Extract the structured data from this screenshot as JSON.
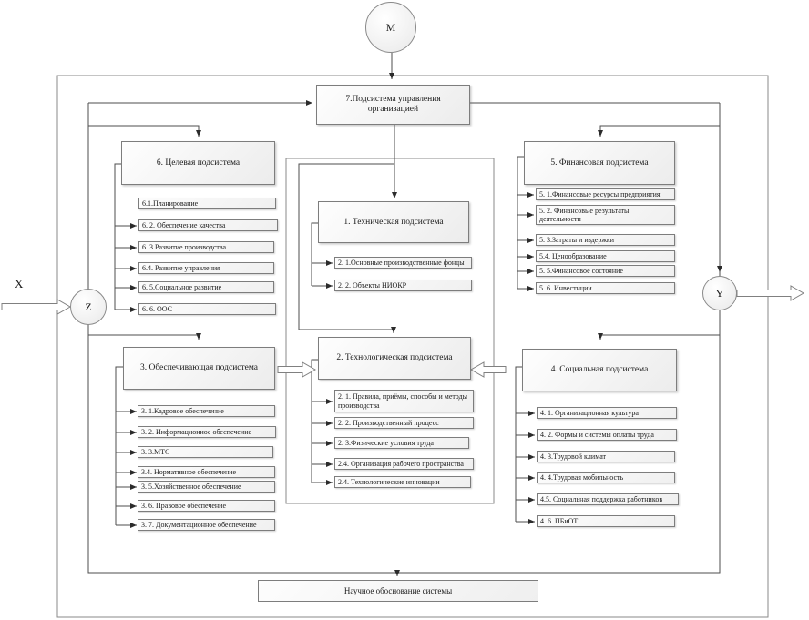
{
  "diagram": {
    "external": {
      "top_node": "М",
      "input_label": "X",
      "input_node": "Z",
      "output_node": "Y"
    },
    "management": {
      "title": "7.Подсистема управления организацией"
    },
    "target": {
      "title": "6. Целевая подсистема",
      "items": [
        "6.1.Планирование",
        "6. 2. Обеспечение качества",
        "6. 3.Развитие производства",
        "6.4. Развитие управления",
        "6. 5.Социальное развитие",
        "6. 6. ООС"
      ]
    },
    "technical": {
      "title": "1. Техническая подсистема",
      "items": [
        "2. 1.Основные производственные фонды",
        "2. 2. Объекты НИОКР"
      ]
    },
    "financial": {
      "title": "5. Финансовая подсистема",
      "items": [
        "5. 1.Финансовые ресурсы предприятия",
        "5. 2. Финансовые результаты деятельности",
        "5. 3.Затраты и издержки",
        "5.4. Ценообразование",
        "5. 5.Финансовое состояние",
        "5. 6. Инвестиции"
      ]
    },
    "providing": {
      "title": "3. Обеспечивающая подсистема",
      "items": [
        "3. 1.Кадровое обеспечение",
        "3. 2. Информационное обеспечение",
        "3. 3.МТС",
        "3.4. Нормативное обеспечение",
        "3. 5.Хозяйственное обеспечение",
        "3. 6. Правовое обеспечение",
        "3. 7. Документационное обеспечение"
      ]
    },
    "technological": {
      "title": "2. Технологическая подсистема",
      "items": [
        "2. 1. Правила, приёмы, способы и методы производства",
        "2. 2. Производственный процесс",
        "2. 3.Физические условия труда",
        "2.4. Организация рабочего пространства",
        "2.4. Технологические инновации"
      ]
    },
    "social": {
      "title": "4. Социальная подсистема",
      "items": [
        "4. 1. Организационная культура",
        "4. 2. Формы и системы оплаты труда",
        "4. 3.Трудовой климат",
        "4. 4.Трудовая мобильность",
        "4.5. Социальная поддержка работников",
        "4. 6. ПБиОТ"
      ]
    },
    "foundation": {
      "title": "Научное обоснование системы"
    }
  },
  "colors": {
    "connector_line": "#4d4d4d",
    "frame_line": "#8a8a8a",
    "box_border": "#7d7d7d",
    "box_fill_light": "#fcfcfc",
    "box_fill_dark": "#ececec"
  }
}
